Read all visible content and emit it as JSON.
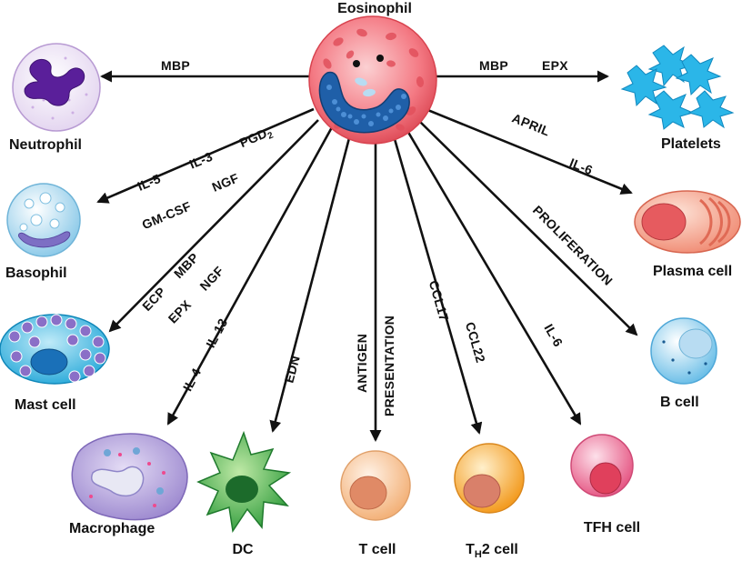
{
  "center": {
    "name": "Eosinophil"
  },
  "cells": {
    "neutrophil": "Neutrophil",
    "platelets": "Platelets",
    "basophil": "Basophil",
    "plasma_cell": "Plasma cell",
    "mast_cell": "Mast cell",
    "b_cell": "B cell",
    "macrophage": "Macrophage",
    "dc": "DC",
    "t_cell": "T cell",
    "th2_cell_main": "T",
    "th2_cell_sub": "H",
    "th2_cell_tail": "2 cell",
    "tfh_cell": "TFH cell"
  },
  "mediators": {
    "neutrophil_mbp": "MBP",
    "platelets_mbp": "MBP",
    "platelets_epx": "EPX",
    "baso_il5": "IL-5",
    "baso_il3": "IL-3",
    "baso_pgd": "PGD",
    "baso_pgd_sub": "2",
    "baso_ngf": "NGF",
    "baso_gmcsf": "GM-CSF",
    "plasma_april": "APRIL",
    "plasma_il6": "IL-6",
    "mast_ecp": "ECP",
    "mast_mbp": "MBP",
    "mast_epx": "EPX",
    "mast_ngf": "NGF",
    "bcell_proliferation": "PROLIFERATION",
    "mac_il4": "IL-4",
    "mac_il13": "IL-13",
    "dc_edn": "EDN",
    "tcell_antigen": "ANTIGEN",
    "tcell_presentation": "PRESENTATION",
    "th2_ccl17": "CCL17",
    "th2_ccl22": "CCL22",
    "tfh_il6": "IL-6"
  },
  "colors": {
    "eosinophil": "#f47a84",
    "eosinophil_nucleus": "#1f5fa8",
    "neutrophil_nucleus": "#5a1f9a",
    "platelets": "#2bb6e8",
    "basophil": "#a8dcf2",
    "plasma_cell": "#f5a08a",
    "mast_cell": "#26b3e3",
    "b_cell": "#8fd0ee",
    "macrophage": "#b7a6de",
    "dc": "#3ab04a",
    "t_cell": "#f7c79a",
    "th2_cell": "#f6b84a",
    "tfh_cell": "#ef7b9f"
  }
}
